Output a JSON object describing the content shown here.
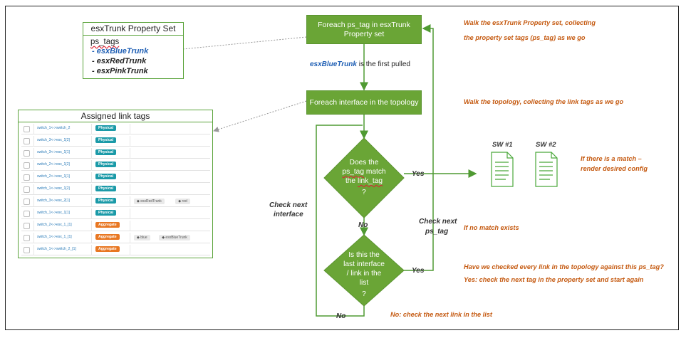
{
  "property_set": {
    "title": "esxTrunk Property Set",
    "field": "ps_tags",
    "items": [
      "- esxBlueTrunk",
      "- esxRedTrunk",
      "- esxPinkTrunk"
    ]
  },
  "tags_panel": {
    "title": "Assigned link tags",
    "rows": [
      {
        "name": "switch_1<->switch_2",
        "badge": "Physical",
        "chips": []
      },
      {
        "name": "switch_3<->esx_1[2]",
        "badge": "Physical",
        "chips": []
      },
      {
        "name": "switch_3<->esx_1[1]",
        "badge": "Physical",
        "chips": []
      },
      {
        "name": "switch_2<->esx_1[2]",
        "badge": "Physical",
        "chips": []
      },
      {
        "name": "switch_2<->esx_1[1]",
        "badge": "Physical",
        "chips": []
      },
      {
        "name": "switch_1<->esx_1[2]",
        "badge": "Physical",
        "chips": []
      },
      {
        "name": "switch_3<->esx_2[1]",
        "badge": "Physical",
        "chips": [
          "esxRedTrunk",
          "red"
        ]
      },
      {
        "name": "switch_1<->esx_1[1]",
        "badge": "Physical",
        "chips": []
      },
      {
        "name": "switch_2<->esx_1_[1]",
        "badge": "Aggregate",
        "chips": []
      },
      {
        "name": "switch_1<->esx_1_[1]",
        "badge": "Aggregate",
        "chips": [
          "blue",
          "esxBlueTrunk"
        ]
      },
      {
        "name": "switch_1<->switch_2_[1]",
        "badge": "Aggregate",
        "chips": []
      }
    ]
  },
  "flow": {
    "foreach_ps": "Foreach ps_tag in esxTrunk Property set",
    "first_pulled_name": "esxBlueTrunk",
    "first_pulled_rest": "is the first pulled",
    "foreach_interface": "Foreach interface in the topology",
    "decision1": {
      "line1": "Does the",
      "line2": "ps_tag",
      "line2b": " match",
      "line3": "the ",
      "line3b": "link_tag",
      "q": "?"
    },
    "decision2": {
      "line1": "Is this the",
      "line2": "last interface",
      "line3": "/ link in the",
      "line4": "list",
      "q": "?"
    },
    "yes1": "Yes",
    "no1": "No",
    "yes2": "Yes",
    "no2": "No",
    "check_next_interface_1": "Check next",
    "check_next_interface_2": "interface",
    "check_next_ps_1": "Check next",
    "check_next_ps_2": "ps_tag"
  },
  "switches": {
    "sw1": "SW #1",
    "sw2": "SW #2"
  },
  "notes": {
    "walk_ps_1": "Walk the esxTrunk Property set, collecting",
    "walk_ps_2": "the property set tags (ps_tag) as we go",
    "walk_topo": "Walk the topology, collecting the link tags as we go",
    "match_1": "If there is a match –",
    "match_2": "render desired config",
    "no_match": "If no match exists",
    "checked_1": "Have we checked every link in the topology against this ps_tag?",
    "checked_2": "Yes: check the next tag in the property set and start again",
    "no_next": "No: check the next link in the list"
  },
  "colors": {
    "green_box": "#6aa536",
    "physical": "#1b9aa8",
    "aggregate": "#e87722",
    "note": "#c55a11",
    "highlight": "#1f5fb4"
  }
}
